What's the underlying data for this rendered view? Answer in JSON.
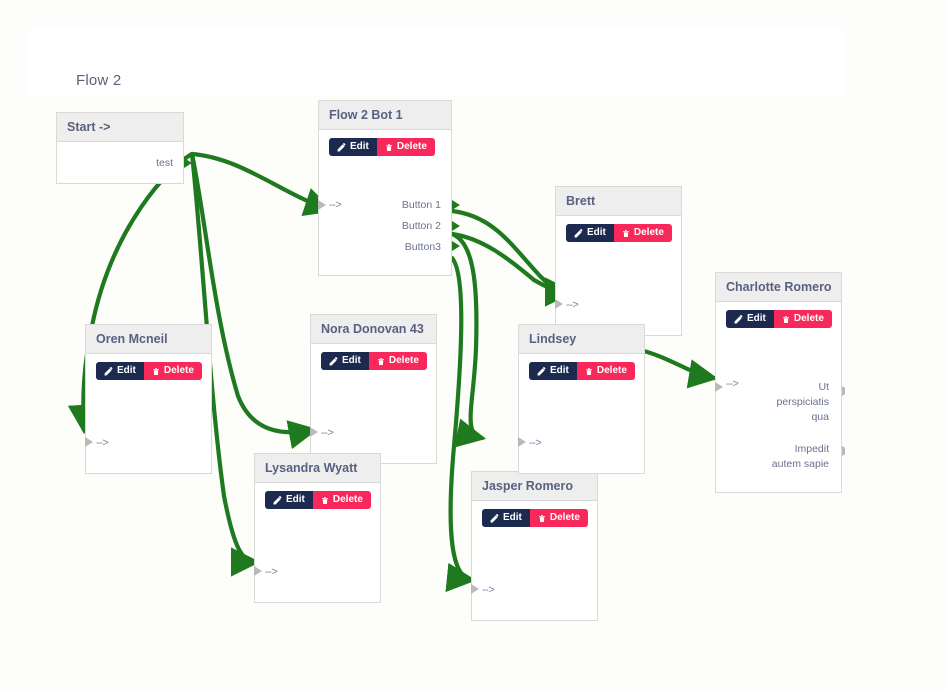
{
  "header": {
    "title": "Flow 2"
  },
  "buttons": {
    "edit_label": "Edit",
    "delete_label": "Delete"
  },
  "colors": {
    "edge": "#1f7a1f",
    "edit_button": "#1b2a4e",
    "delete_button": "#f8285a",
    "node_header": "#eeeeee",
    "node_border": "#d9d9d9",
    "text": "#6b7190",
    "canvas": "#fdfdfa"
  },
  "nodes": [
    {
      "id": "start",
      "title": "Start ->",
      "has_actions": false,
      "outputs": [
        {
          "label": "test"
        }
      ],
      "inputs": []
    },
    {
      "id": "flow2bot1",
      "title": "Flow 2 Bot 1",
      "has_actions": true,
      "inputs": [
        {
          "label": "-->"
        }
      ],
      "outputs": [
        {
          "label": "Button 1"
        },
        {
          "label": "Button 2"
        },
        {
          "label": "Button3"
        }
      ]
    },
    {
      "id": "oren",
      "title": "Oren Mcneil",
      "has_actions": true,
      "inputs": [
        {
          "label": "-->"
        }
      ],
      "outputs": []
    },
    {
      "id": "nora",
      "title": "Nora Donovan 43",
      "has_actions": true,
      "inputs": [
        {
          "label": "-->"
        }
      ],
      "outputs": []
    },
    {
      "id": "lysandra",
      "title": "Lysandra Wyatt",
      "has_actions": true,
      "inputs": [
        {
          "label": "-->"
        }
      ],
      "outputs": []
    },
    {
      "id": "jasper",
      "title": "Jasper Romero",
      "has_actions": true,
      "inputs": [
        {
          "label": "-->"
        }
      ],
      "outputs": []
    },
    {
      "id": "brett",
      "title": "Brett",
      "has_actions": true,
      "inputs": [
        {
          "label": "-->"
        }
      ],
      "outputs": []
    },
    {
      "id": "lindsey",
      "title": "Lindsey",
      "has_actions": true,
      "inputs": [
        {
          "label": "-->"
        }
      ],
      "outputs": []
    },
    {
      "id": "charlotte",
      "title": "Charlotte Romero",
      "has_actions": true,
      "inputs": [
        {
          "label": "-->"
        }
      ],
      "text_blocks": [
        "Ut perspiciatis qua",
        "Impedit autem sapie"
      ],
      "outputs": []
    }
  ],
  "connections": [
    {
      "from": "start.test",
      "to": "oren"
    },
    {
      "from": "start.test",
      "to": "flow2bot1"
    },
    {
      "from": "start.test",
      "to": "nora"
    },
    {
      "from": "start.test",
      "to": "lysandra"
    },
    {
      "from": "flow2bot1.Button 1",
      "to": "brett"
    },
    {
      "from": "flow2bot1.Button 2",
      "to": "brett"
    },
    {
      "from": "flow2bot1.Button 2",
      "to": "lindsey"
    },
    {
      "from": "flow2bot1.Button3",
      "to": "jasper"
    },
    {
      "from": "brett",
      "to": "lindsey"
    },
    {
      "from": "lindsey",
      "to": "charlotte"
    }
  ]
}
